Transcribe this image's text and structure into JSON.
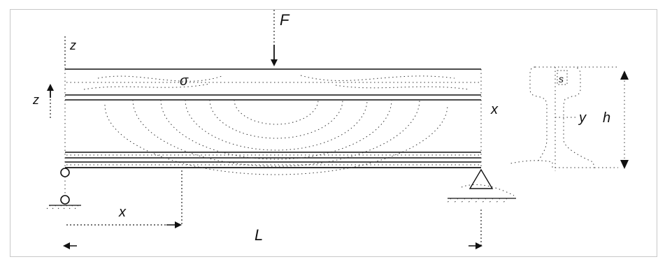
{
  "labels": {
    "force": "F",
    "z_axis": "z",
    "z_coord": "z",
    "x_axis": "x",
    "sigma": "σ",
    "y_axis": "y",
    "height": "h",
    "s": "s",
    "x_dim": "x",
    "length": "L"
  },
  "colors": {
    "ink": "#111111",
    "frame": "#c8c8c8"
  }
}
